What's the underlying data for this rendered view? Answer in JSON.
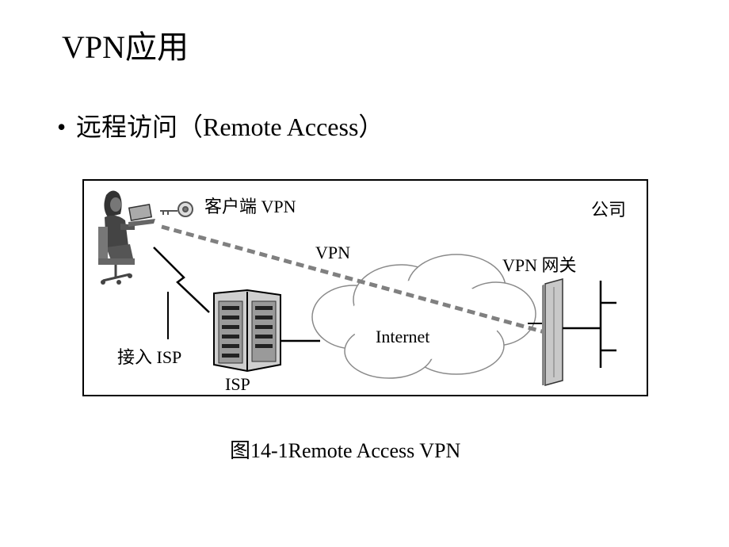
{
  "slide": {
    "title": "VPN应用",
    "bullet": "远程访问（Remote Access）",
    "caption": "图14-1Remote Access VPN"
  },
  "diagram": {
    "client_vpn_label": "客户端 VPN",
    "company_label": "公司",
    "vpn_label": "VPN",
    "gateway_label": "VPN 网关",
    "internet_label": "Internet",
    "access_isp_label": "接入 ISP",
    "isp_label": "ISP"
  },
  "colors": {
    "line": "#000000",
    "vpn_tunnel": "#808080",
    "cloud_fill": "#ffffff",
    "cloud_stroke": "#8a8a8a",
    "device_fill": "#bdbdbd"
  }
}
